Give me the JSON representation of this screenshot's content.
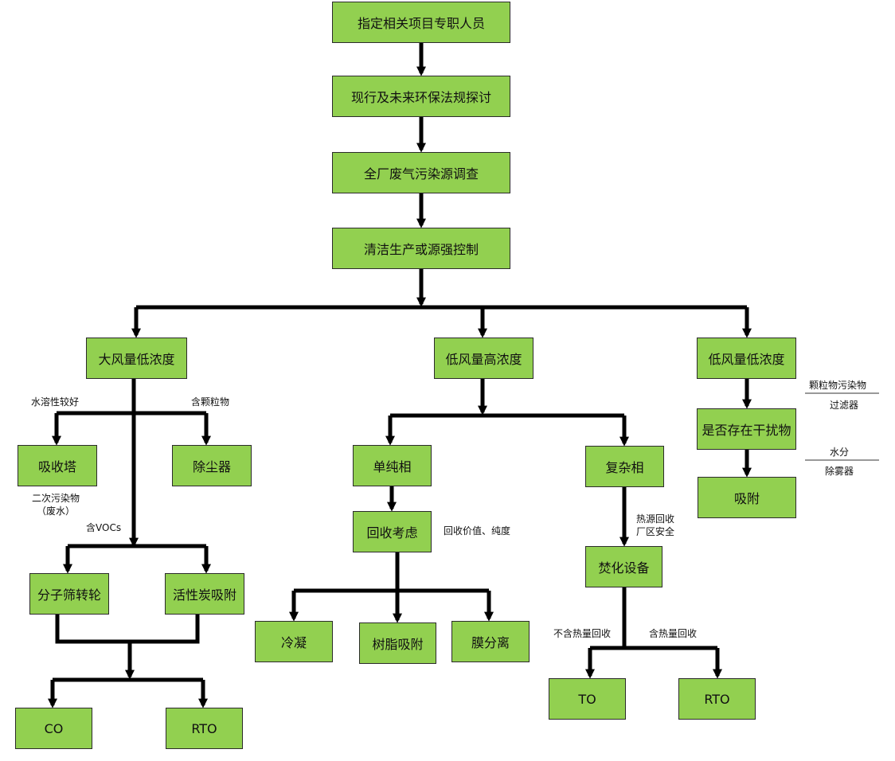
{
  "colors": {
    "box_fill": "#92d050",
    "box_border": "#2b2b2b",
    "line": "#000000"
  },
  "nodes": {
    "n1": "指定相关项目专职人员",
    "n2": "现行及未来环保法规探讨",
    "n3": "全厂废气污染源调查",
    "n4": "清洁生产或源强控制",
    "large_air_low_conc": "大风量低浓度",
    "low_air_high_conc": "低风量高浓度",
    "low_air_low_conc": "低风量低浓度",
    "absorption_tower": "吸收塔",
    "dust_collector": "除尘器",
    "molecular_sieve": "分子筛转轮",
    "activated_carbon": "活性炭吸附",
    "co": "CO",
    "rto_left": "RTO",
    "single_phase": "单纯相",
    "recovery": "回收考虑",
    "condensation": "冷凝",
    "resin_adsorption": "树脂吸附",
    "membrane": "膜分离",
    "complex_phase": "复杂相",
    "incineration": "焚化设备",
    "to": "TO",
    "rto_right": "RTO",
    "interference": "是否存在干扰物",
    "adsorption": "吸附"
  },
  "annotations": {
    "water_soluble": "水溶性较好",
    "contains_particles": "含颗粒物",
    "secondary_pollutant": "二次污染物",
    "waste_water": "（废水）",
    "contains_vocs": "含VOCs",
    "recovery_value": "回收价值、纯度",
    "heat_recovery": "热源回收",
    "plant_safety": "厂区安全",
    "no_heat_recovery": "不含热量回收",
    "with_heat_recovery": "含热量回收",
    "particle_pollutant": "颗粒物污染物",
    "filter": "过滤器",
    "moisture": "水分",
    "demister": "除雾器"
  }
}
